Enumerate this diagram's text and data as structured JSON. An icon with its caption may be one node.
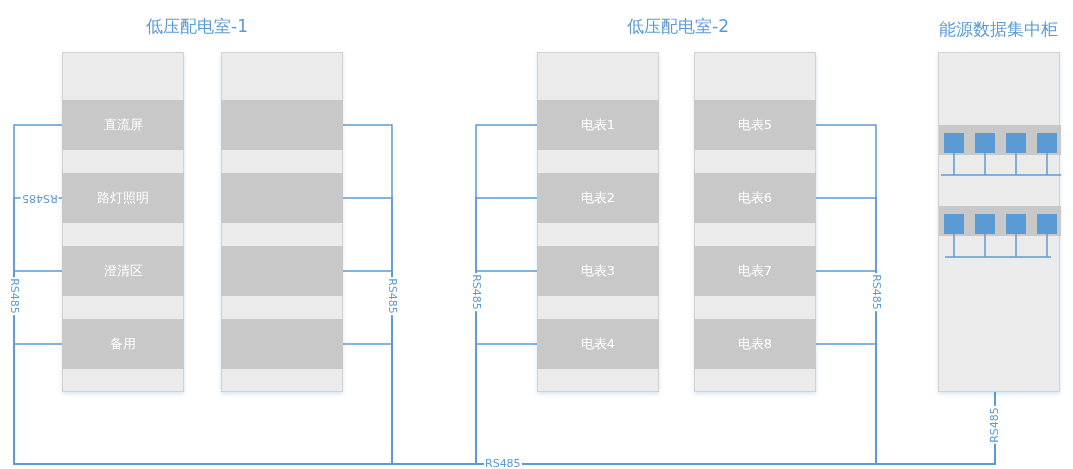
{
  "diagram": {
    "nodes": [
      {
        "text": [],
        "shape": "box"
      },
      {
        "text": [
          "直流屏"
        ],
        "in": 0
      },
      {
        "text": [
          "路灯照明"
        ],
        "in": 0
      },
      {
        "text": [
          "澄清区"
        ],
        "in": 0
      },
      {
        "text": [
          "备用"
        ],
        "in": 0
      },
      {
        "text": [],
        "shape": "box"
      },
      {
        "text": [],
        "shape": "bar",
        "in": 5
      },
      {
        "text": [],
        "shape": "bar",
        "in": 5
      },
      {
        "text": [],
        "shape": "bar",
        "in": 5
      },
      {
        "text": [],
        "shape": "bar",
        "in": 5
      },
      {
        "text": [],
        "shape": "box"
      },
      {
        "text": [
          "电表1"
        ],
        "in": 10
      },
      {
        "text": [
          "电表2"
        ],
        "in": 10
      },
      {
        "text": [
          "电表3"
        ],
        "in": 10
      },
      {
        "text": [
          "电表4"
        ],
        "in": 10
      },
      {
        "text": [],
        "shape": "box"
      },
      {
        "text": [
          "电表5"
        ],
        "in": 15
      },
      {
        "text": [
          "电表6"
        ],
        "in": 15
      },
      {
        "text": [
          "电表7"
        ],
        "in": 15
      },
      {
        "text": [
          "电表8"
        ],
        "in": 15
      },
      {
        "text": [
          "能源数据集中柜"
        ]
      }
    ],
    "edges": [
      {
        "from": 1,
        "to": 20,
        "arrow": "none"
      },
      {
        "from": 2,
        "to": 20,
        "arrow": "none"
      },
      {
        "from": 3,
        "to": 20,
        "arrow": "none"
      },
      {
        "from": 4,
        "to": 20,
        "arrow": "none"
      },
      {
        "from": 6,
        "to": 20,
        "arrow": "none"
      },
      {
        "from": 7,
        "to": 20,
        "arrow": "none"
      },
      {
        "from": 8,
        "to": 20,
        "arrow": "none"
      },
      {
        "from": 9,
        "to": 20,
        "arrow": "none"
      },
      {
        "from": 11,
        "to": 20,
        "arrow": "none"
      },
      {
        "from": 12,
        "to": 20,
        "arrow": "none"
      },
      {
        "from": 13,
        "to": 20,
        "arrow": "none"
      },
      {
        "from": 14,
        "to": 20,
        "arrow": "none"
      },
      {
        "from": 16,
        "to": 20,
        "arrow": "none"
      },
      {
        "from": 17,
        "to": 20,
        "arrow": "none"
      },
      {
        "from": 18,
        "to": 20,
        "arrow": "none"
      },
      {
        "from": 19,
        "to": 20,
        "arrow": "none"
      }
    ],
    "labels": [
      "低压配电室-1",
      "低压配电室-2",
      "RS485",
      "RS485",
      "RS485",
      "RS485",
      "RS485",
      "RS485",
      "RS485"
    ]
  }
}
